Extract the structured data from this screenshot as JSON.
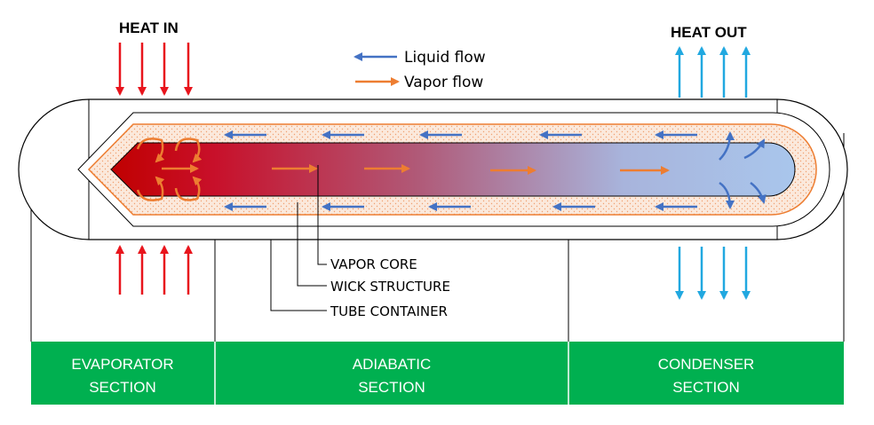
{
  "heat_in_label": "HEAT IN",
  "heat_out_label": "HEAT OUT",
  "legend": {
    "liquid_flow": "Liquid flow",
    "vapor_flow": "Vapor flow"
  },
  "callouts": {
    "vapor_core": "VAPOR CORE",
    "wick_structure": "WICK STRUCTURE",
    "tube_container": "TUBE CONTAINER"
  },
  "sections": {
    "evaporator": {
      "line1": "EVAPORATOR",
      "line2": "SECTION"
    },
    "adiabatic": {
      "line1": "ADIABATIC",
      "line2": "SECTION"
    },
    "condenser": {
      "line1": "CONDENSER",
      "line2": "SECTION"
    }
  },
  "colors": {
    "heat_in_arrow": "#e8141c",
    "heat_out_arrow": "#21a8e0",
    "liquid_flow_arrow": "#4472c4",
    "vapor_flow_arrow": "#ed7d31",
    "section_bar": "#00b050",
    "core_hot": "#c00000",
    "core_cold": "#a9c6ec",
    "wick_fill": "#fbe9dc"
  }
}
